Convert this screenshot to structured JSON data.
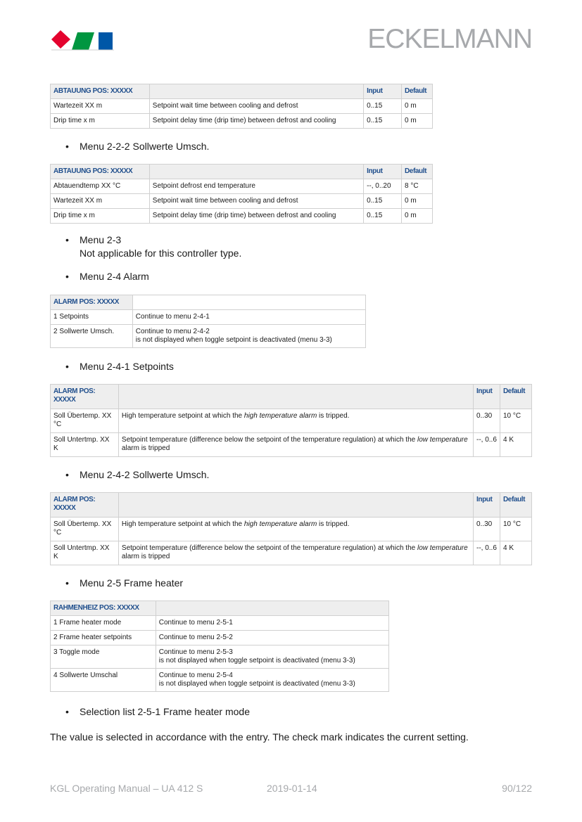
{
  "header": {
    "brand": "ECKELMANN"
  },
  "table1": {
    "headers": [
      "ABTAUUNG POS: XXXXX",
      "",
      "Input",
      "Default"
    ],
    "rows": [
      [
        "Wartezeit XX m",
        "Setpoint wait time between cooling and defrost",
        "0..15",
        "0 m"
      ],
      [
        "Drip time x m",
        "Setpoint delay time (drip time) between defrost and cooling",
        "0..15",
        "0 m"
      ]
    ]
  },
  "b1": "Menu 2-2-2 Sollwerte Umsch.",
  "table2": {
    "headers": [
      "ABTAUUNG POS: XXXXX",
      "",
      "Input",
      "Default"
    ],
    "rows": [
      [
        "Abtauendtemp XX °C",
        "Setpoint defrost end temperature",
        "--, 0..20",
        "8 °C"
      ],
      [
        "Wartezeit XX m",
        "Setpoint wait time between cooling and defrost",
        "0..15",
        "0 m"
      ],
      [
        "Drip time x m",
        "Setpoint delay time (drip time) between defrost and cooling",
        "0..15",
        "0 m"
      ]
    ]
  },
  "b2": {
    "line1": "Menu 2-3",
    "line2": "Not applicable for this controller type."
  },
  "b3": "Menu 2-4 Alarm",
  "table3": {
    "headers": [
      "ALARM POS: XXXXX",
      ""
    ],
    "rows": [
      {
        "a": "1 Setpoints",
        "b1": "Continue to menu 2-4-1",
        "b2": ""
      },
      {
        "a": "2 Sollwerte Umsch.",
        "b1": "Continue to menu 2-4-2",
        "b2": "is not displayed when toggle setpoint is deactivated (menu 3-3)"
      }
    ]
  },
  "b4": "Menu 2-4-1 Setpoints",
  "table4": {
    "headers": [
      "ALARM POS: XXXXX",
      "",
      "Input",
      "Default"
    ],
    "rows": [
      {
        "a": "Soll Übertemp. XX °C",
        "pre": "High temperature setpoint at which the ",
        "em": "high temperature alarm",
        "post": " is tripped.",
        "input": "0..30",
        "def": "10 °C"
      },
      {
        "a": "Soll Untertmp. XX K",
        "pre": "Setpoint temperature (difference below the setpoint of the temperature regulation) at which the ",
        "em": "low temperature",
        "post": " alarm is tripped",
        "input": "--, 0..6",
        "def": "4 K"
      }
    ]
  },
  "b5": "Menu 2-4-2 Sollwerte Umsch.",
  "table5": {
    "headers": [
      "ALARM POS: XXXXX",
      "",
      "Input",
      "Default"
    ],
    "rows": [
      {
        "a": "Soll Übertemp. XX °C",
        "pre": "High temperature setpoint at which the ",
        "em": "high temperature alarm",
        "post": " is tripped.",
        "input": "0..30",
        "def": "10 °C"
      },
      {
        "a": "Soll Untertmp. XX K",
        "pre": "Setpoint temperature (difference below the setpoint of the temperature regulation) at which the ",
        "em": "low temperature",
        "post": " alarm is tripped",
        "input": "--, 0..6",
        "def": "4 K"
      }
    ]
  },
  "b6": "Menu 2-5 Frame heater",
  "table6": {
    "headers": [
      "RAHMENHEIZ POS: XXXXX",
      ""
    ],
    "rows": [
      {
        "a": "1 Frame heater mode",
        "b1": "Continue to menu 2-5-1",
        "b2": ""
      },
      {
        "a": "2 Frame heater setpoints",
        "b1": "Continue to menu 2-5-2",
        "b2": ""
      },
      {
        "a": "3 Toggle mode",
        "b1": "Continue to menu 2-5-3",
        "b2": "is not displayed when toggle setpoint is deactivated (menu 3-3)"
      },
      {
        "a": "4 Sollwerte Umschal",
        "b1": "Continue to menu 2-5-4",
        "b2": "is not displayed when toggle setpoint is deactivated (menu 3-3)"
      }
    ]
  },
  "b7": "Selection list 2-5-1 Frame heater mode",
  "para": "The value is selected in accordance with the entry. The check mark indicates the current setting.",
  "footer": {
    "left": "KGL Operating Manual – UA 412 S",
    "center": "2019-01-14",
    "right": "90/122"
  },
  "bullet_glyph": "•",
  "colors": {
    "red": "#e4032e",
    "green": "#009640",
    "blue": "#0057a7",
    "header_text": "#1f4e8c",
    "header_bg": "#eeeeee"
  }
}
